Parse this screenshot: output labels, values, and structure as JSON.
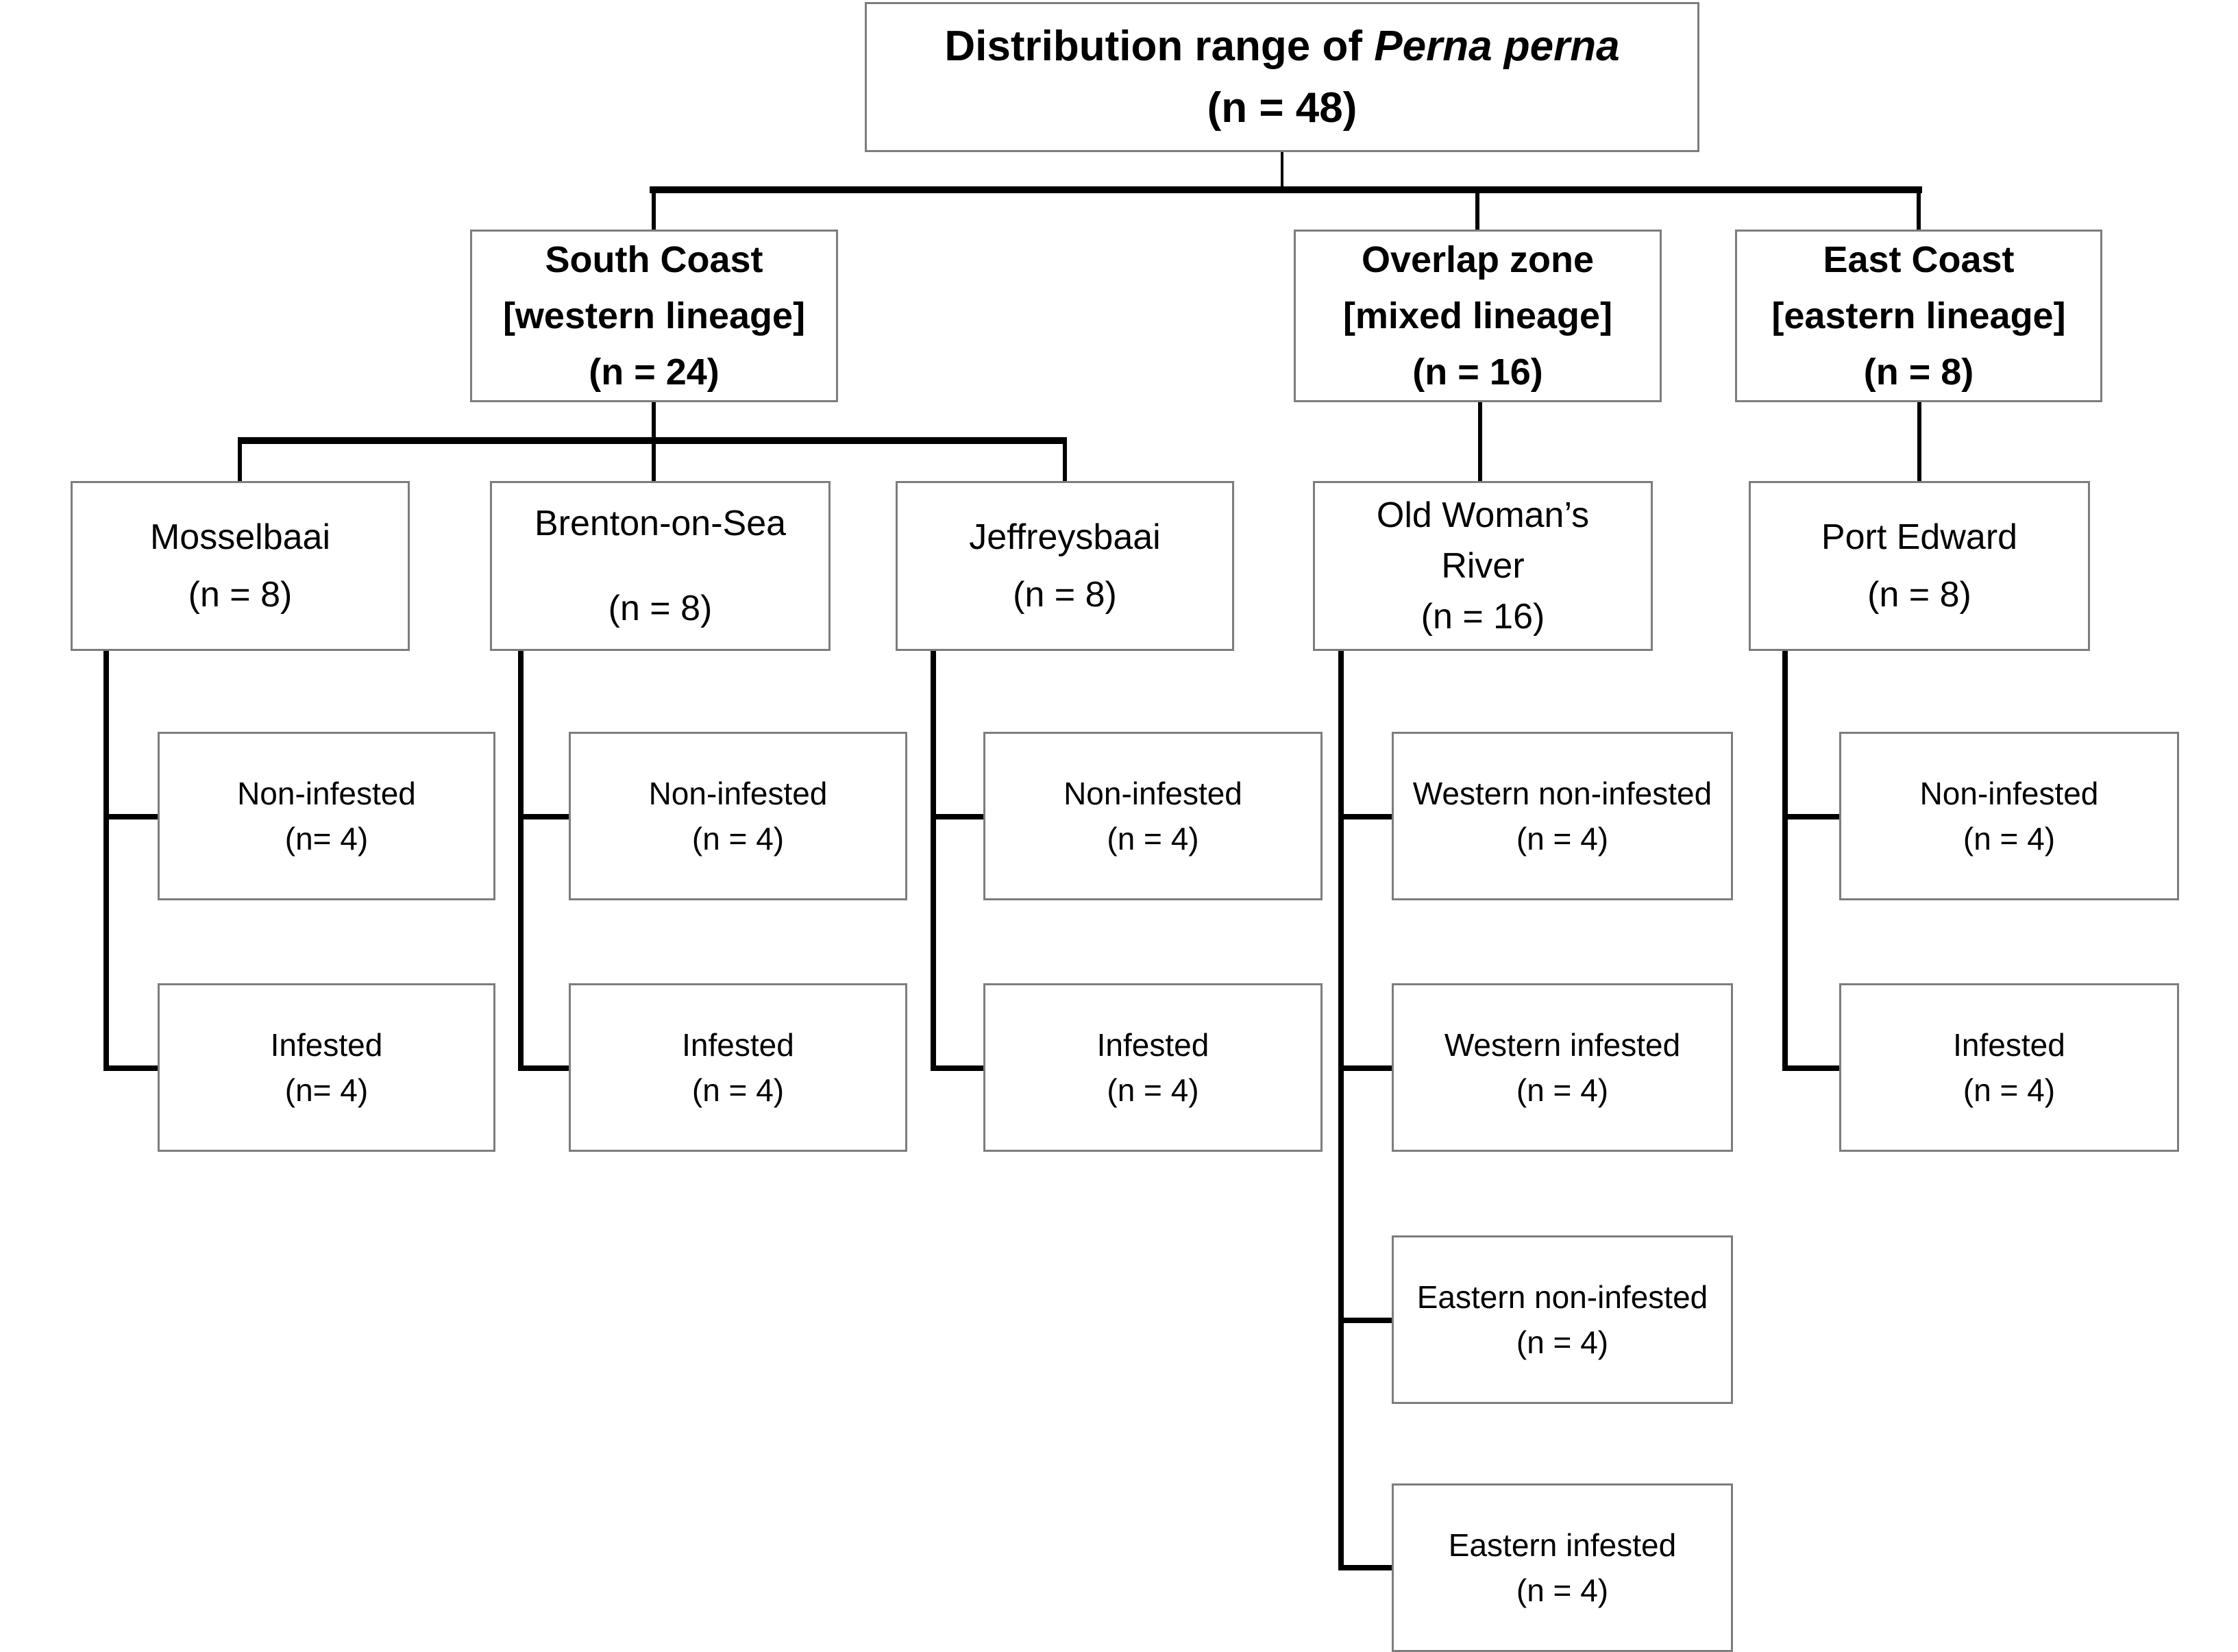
{
  "title_node": {
    "prefix": "Distribution range of ",
    "species": "Perna perna",
    "count": "(n = 48)"
  },
  "regions": {
    "south_coast": {
      "name": "South Coast",
      "lineage": "[western lineage]",
      "count": "(n = 24)"
    },
    "overlap_zone": {
      "name": "Overlap zone",
      "lineage": "[mixed lineage]",
      "count": "(n = 16)"
    },
    "east_coast": {
      "name": "East Coast",
      "lineage": "[eastern lineage]",
      "count": "(n = 8)"
    }
  },
  "sites": {
    "mosselbaai": {
      "name": "Mosselbaai",
      "count": "(n = 8)"
    },
    "brenton_on_sea": {
      "name": "Brenton-on-Sea",
      "count": "(n = 8)"
    },
    "jeffreysbaai": {
      "name": "Jeffreysbaai",
      "count": "(n = 8)"
    },
    "old_womans_river": {
      "name_line1": "Old Woman’s",
      "name_line2": "River",
      "count": "(n = 16)"
    },
    "port_edward": {
      "name": "Port Edward",
      "count": "(n = 8)"
    }
  },
  "groups": {
    "mosselbaai_non_infested": {
      "label": "Non-infested",
      "count": "(n= 4)"
    },
    "mosselbaai_infested": {
      "label": "Infested",
      "count": "(n= 4)"
    },
    "brenton_non_infested": {
      "label": "Non-infested",
      "count": "(n = 4)"
    },
    "brenton_infested": {
      "label": "Infested",
      "count": "(n = 4)"
    },
    "jeffreysbaai_non_infested": {
      "label": "Non-infested",
      "count": "(n = 4)"
    },
    "jeffreysbaai_infested": {
      "label": "Infested",
      "count": "(n = 4)"
    },
    "owr_western_non_infested": {
      "label": "Western non-infested",
      "count": "(n = 4)"
    },
    "owr_western_infested": {
      "label": "Western infested",
      "count": "(n = 4)"
    },
    "owr_eastern_non_infested": {
      "label": "Eastern non-infested",
      "count": "(n = 4)"
    },
    "owr_eastern_infested": {
      "label": "Eastern infested",
      "count": "(n = 4)"
    },
    "port_edward_non_infested": {
      "label": "Non-infested",
      "count": "(n = 4)"
    },
    "port_edward_infested": {
      "label": "Infested",
      "count": "(n = 4)"
    }
  },
  "colors": {
    "connector": "#000000",
    "box_border": "#7d7d7d",
    "background": "#ffffff"
  }
}
